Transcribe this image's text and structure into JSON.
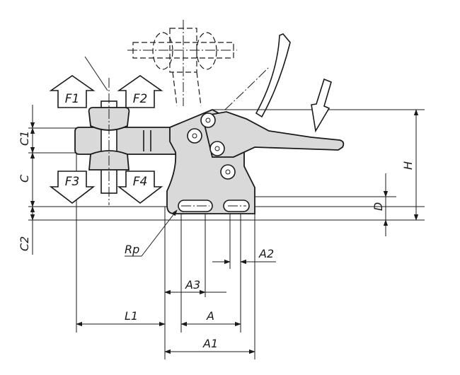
{
  "forces": {
    "f1": "F1",
    "f2": "F2",
    "f3": "F3",
    "f4": "F4"
  },
  "dimensions": {
    "c1": "C1",
    "c": "C",
    "c2": "C2",
    "h": "H",
    "d": "D",
    "rp": "Rp",
    "a": "A",
    "a1": "A1",
    "a2": "A2",
    "a3": "A3",
    "l1": "L1"
  }
}
